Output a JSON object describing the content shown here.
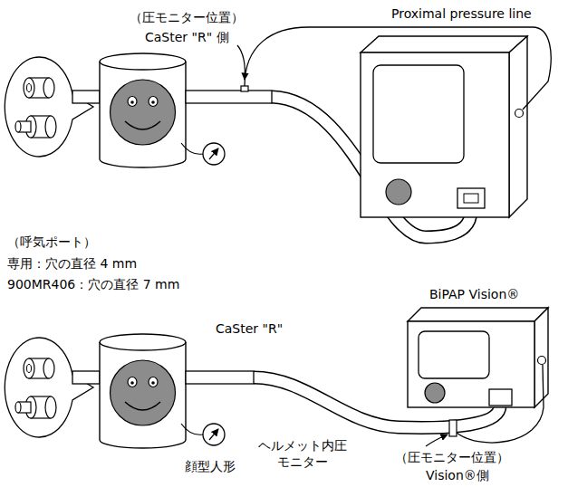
{
  "diagram": {
    "labels": [
      "Proximal pressure line",
      "（圧モニター位置）",
      "CaSter \"R\" 側",
      "（呼気ポート）",
      "専用：穴の直径 4 mm",
      "900MR406：穴の直径 7 mm",
      "BiPAP Vision®",
      "CaSter \"R\"",
      "顔型人形",
      "ヘルメット内圧 モニター",
      "（圧モニター位置）",
      "Vision®側"
    ]
  }
}
